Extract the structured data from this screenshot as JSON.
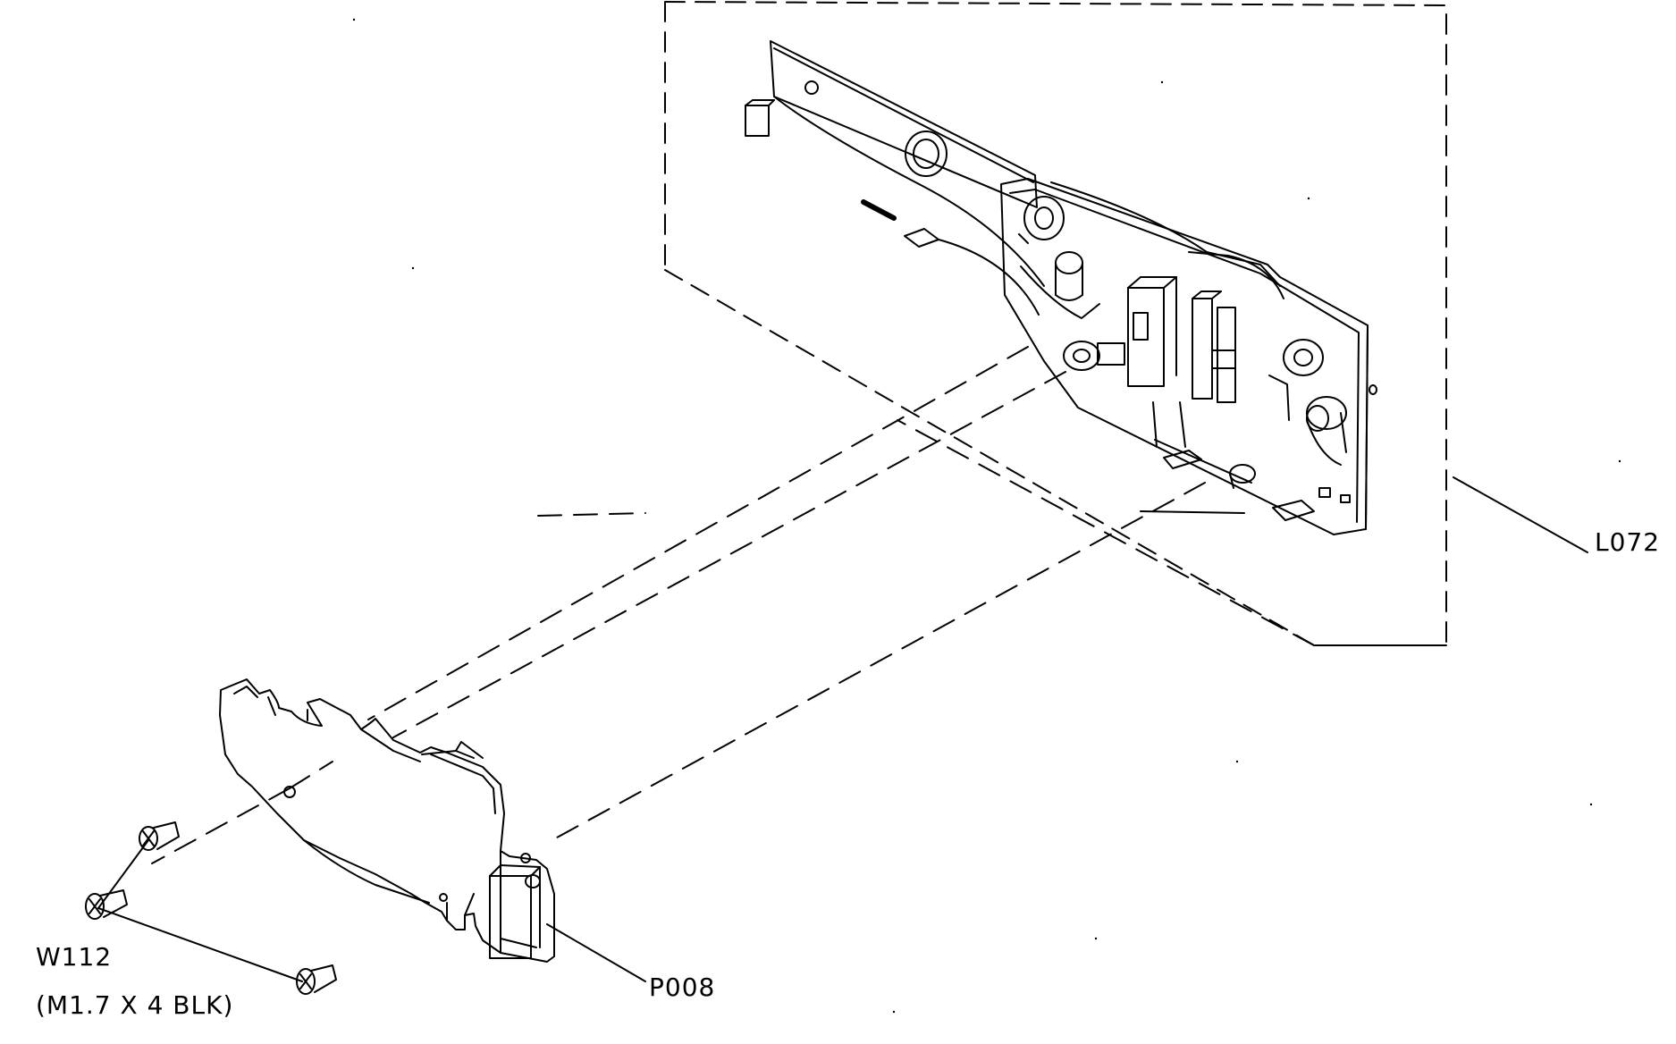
{
  "labels": {
    "l072": "L072",
    "p008": "P008",
    "w112": "W112",
    "w112_spec": "(M1.7 X 4 BLK)"
  },
  "colors": {
    "ink": "#000000",
    "paper": "#ffffff"
  }
}
